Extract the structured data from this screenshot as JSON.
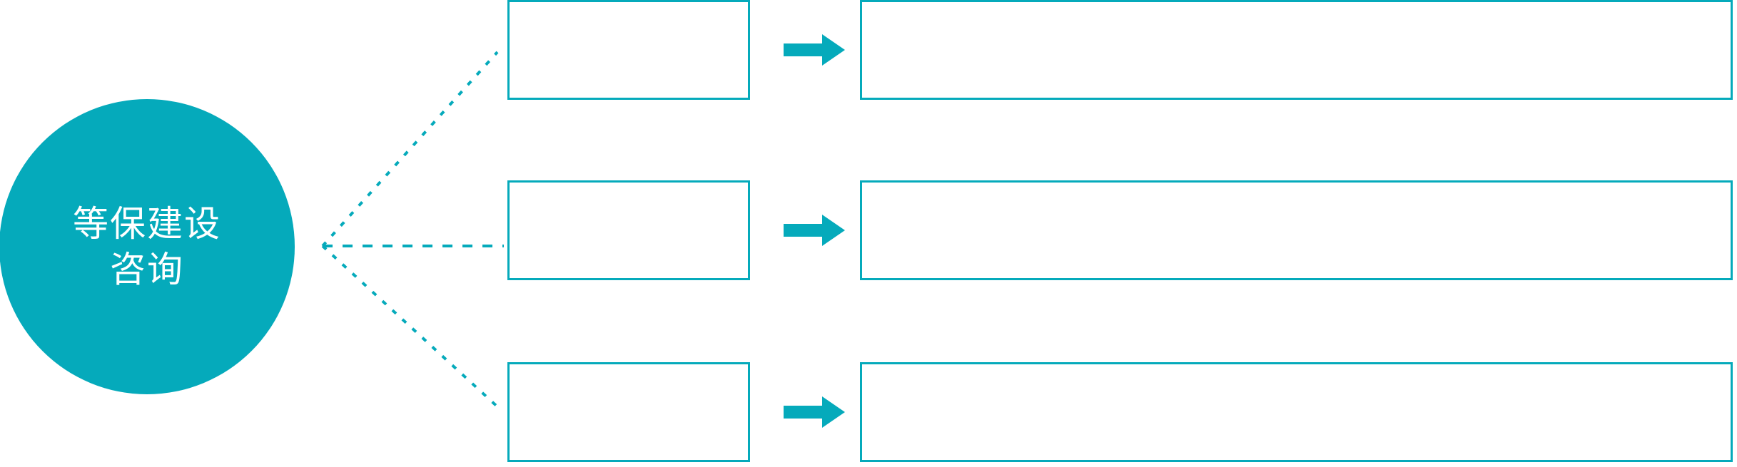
{
  "diagram": {
    "type": "hub-and-spoke",
    "title": "",
    "colors": {
      "accent": "#05AABB",
      "background": "#FFFFFF",
      "hub_text": "#FFFFFF",
      "box_border": "#05AABB",
      "connector": "#05AABB"
    },
    "hub": {
      "label": "等保建设\n咨询",
      "shape": "circle"
    },
    "connector_style": "dotted",
    "arrow_icon": "arrow-right-icon",
    "rows": [
      {
        "stage_label": "",
        "detail_label": ""
      },
      {
        "stage_label": "",
        "detail_label": ""
      },
      {
        "stage_label": "",
        "detail_label": ""
      }
    ]
  }
}
